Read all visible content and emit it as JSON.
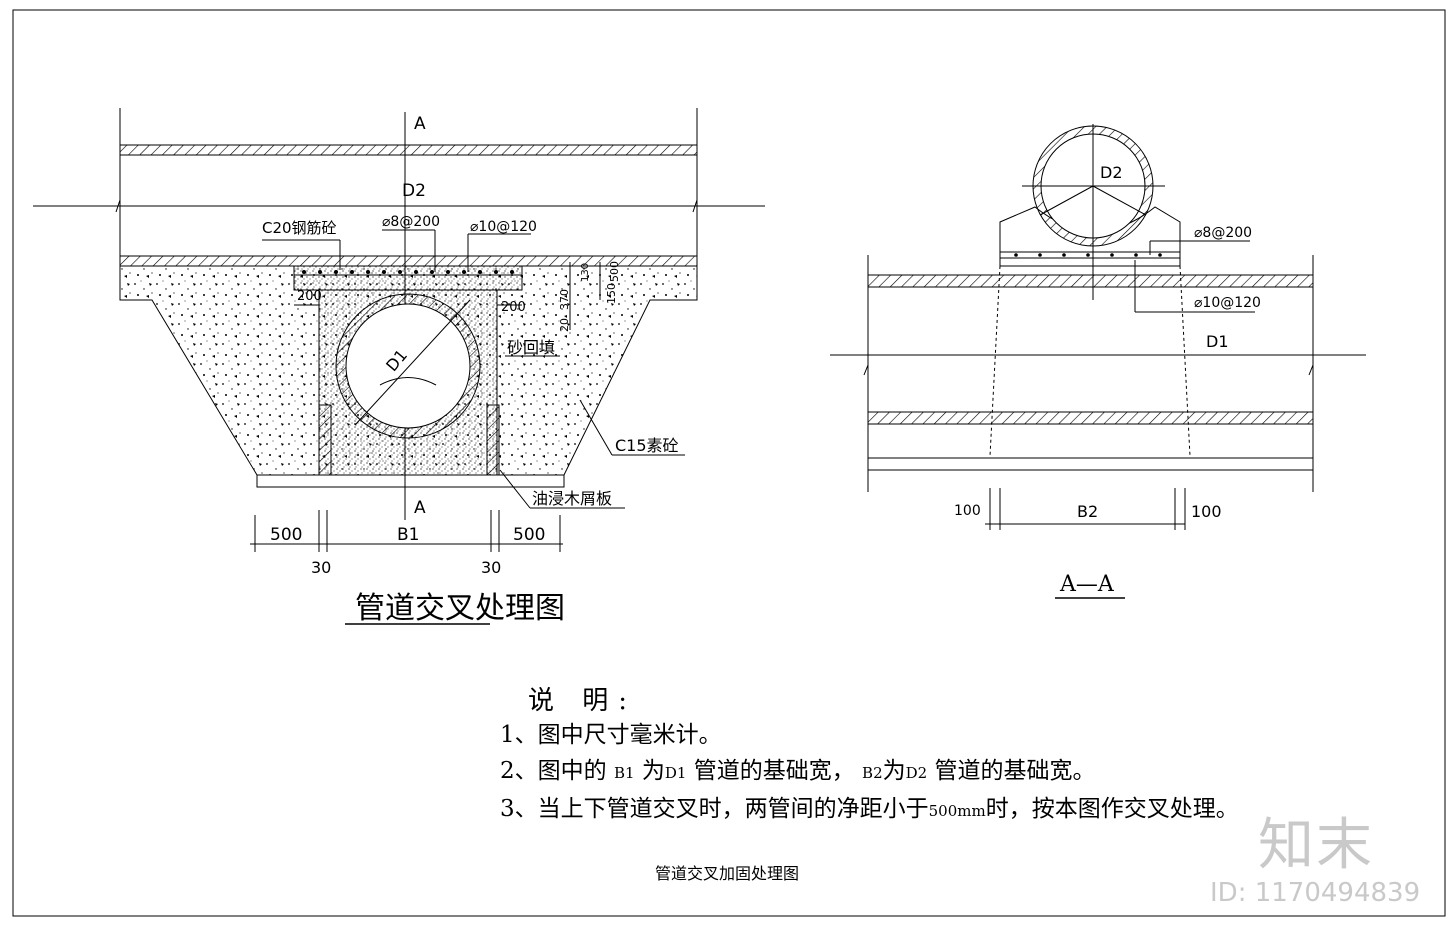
{
  "left_view": {
    "labels": {
      "section_top": "A",
      "section_bottom": "A",
      "upper_pipe": "D2",
      "lower_pipe": "D1",
      "rc_slab": "C20钢筋砼",
      "rebar_a": "⌀8@200",
      "rebar_b": "⌀10@120",
      "sand_fill": "砂回填",
      "plain_concrete": "C15素砼",
      "wood_board": "油浸木屑板",
      "dim_200_left": "200",
      "dim_200_right": "200",
      "dim_130": "130",
      "dim_500_v": "500",
      "dim_150": "150",
      "dim_370": "370",
      "dim_20": "20"
    },
    "bottom_dims": {
      "left": "500",
      "center": "B1",
      "right": "500",
      "gap_left": "30",
      "gap_right": "30"
    },
    "title": "管道交叉处理图"
  },
  "right_view": {
    "labels": {
      "upper_pipe": "D2",
      "lower_pipe": "D1",
      "rebar_a": "⌀8@200",
      "rebar_b": "⌀10@120"
    },
    "bottom_dims": {
      "left": "100",
      "center": "B2",
      "right": "100"
    },
    "title": "A—A"
  },
  "notes": {
    "heading": "说  明:",
    "line1": "1、图中尺寸毫米计。",
    "line2_a": "2、图中的 ",
    "line2_b1": "B1",
    "line2_b": " 为",
    "line2_d1": "D1",
    "line2_c": " 管道的基础宽，  ",
    "line2_b2": "B2",
    "line2_d": "为",
    "line2_d2": "D2",
    "line2_e": " 管道的基础宽。",
    "line3_a": "3、当上下管道交叉时，两管间的净距小于",
    "line3_n": "500mm",
    "line3_b": "时，按本图作交叉处理。"
  },
  "caption": "管道交叉加固处理图",
  "watermark": {
    "logo": "知末",
    "id": "ID: 1170494839"
  }
}
